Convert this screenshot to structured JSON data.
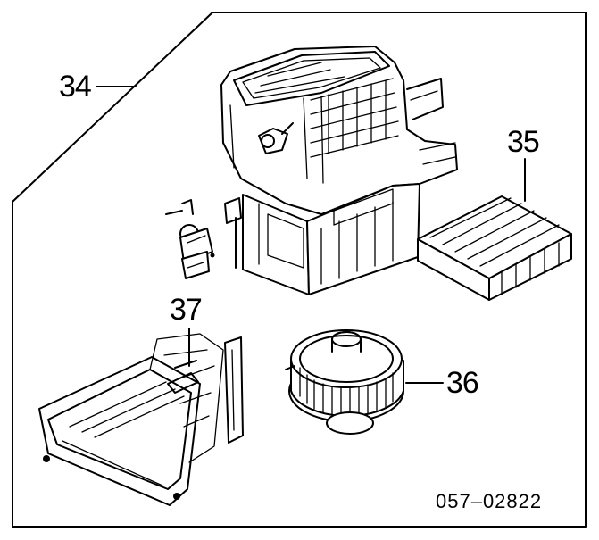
{
  "callouts": {
    "p34": "34",
    "p35": "35",
    "p36": "36",
    "p37": "37"
  },
  "reference_code": "057–02822",
  "colors": {
    "line": "#000000",
    "background": "#ffffff"
  }
}
